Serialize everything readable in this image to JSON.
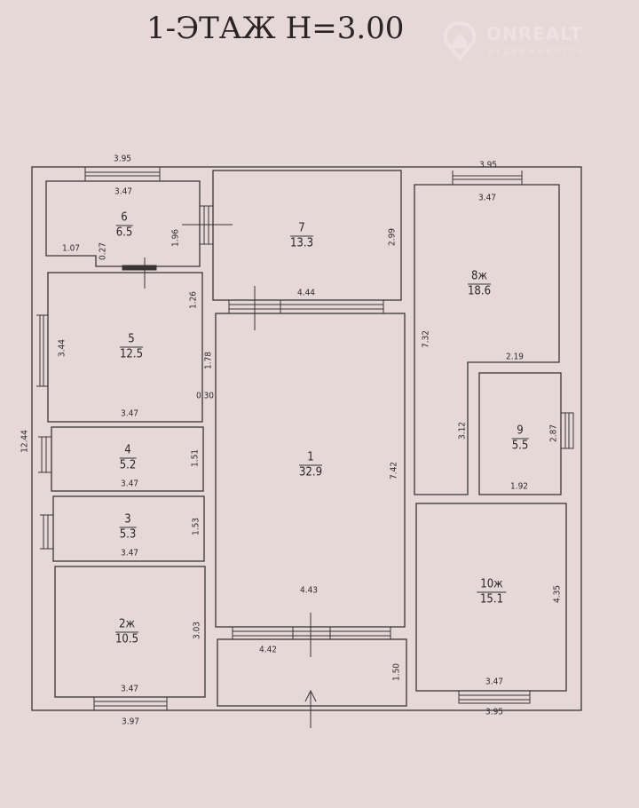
{
  "title": "1-ЭТАЖ  H=3.00",
  "watermark": {
    "brand": "ONREALT",
    "subtitle": "НЕДВИЖИМОСТЬ"
  },
  "rooms": [
    {
      "num": "1",
      "area": "32.9"
    },
    {
      "num": "2ж",
      "area": "10.5"
    },
    {
      "num": "3",
      "area": "5.3"
    },
    {
      "num": "4",
      "area": "5.2"
    },
    {
      "num": "5",
      "area": "12.5"
    },
    {
      "num": "6",
      "area": "6.5"
    },
    {
      "num": "7",
      "area": "13.3"
    },
    {
      "num": "8ж",
      "area": "18.6"
    },
    {
      "num": "9",
      "area": "5.5"
    },
    {
      "num": "10ж",
      "area": "15.1"
    }
  ],
  "dims": {
    "top_left_window": "3.95",
    "r6_width": "3.47",
    "r6_notch": "1.07",
    "r6_step": "0.27",
    "r6_height": "1.96",
    "r7_height": "2.99",
    "r7_width": "4.44",
    "r5_door": "1.26",
    "r5_height": "3.44",
    "r5_side": "1.78",
    "r5_gap": "0.30",
    "r5_width": "3.47",
    "total_height": "12.44",
    "r4_height": "1.51",
    "r4_width": "3.47",
    "r3_height": "1.53",
    "r3_width": "3.47",
    "r2_height": "3.03",
    "r2_width": "3.47",
    "bottom_left": "3.97",
    "r1_height": "7.42",
    "r1_width": "4.43",
    "entry_width": "4.42",
    "entry_height": "1.50",
    "top_right_window": "3.95",
    "r8_width": "3.47",
    "r8_height": "7.32",
    "r8_step": "2.19",
    "r9_side": "3.12",
    "r9_height": "2.87",
    "r9_width": "1.92",
    "r10_height": "4.35",
    "r10_width": "3.47",
    "bottom_right": "3.95"
  },
  "colors": {
    "paper": "#e7d8d8",
    "line": "#3a3434"
  }
}
